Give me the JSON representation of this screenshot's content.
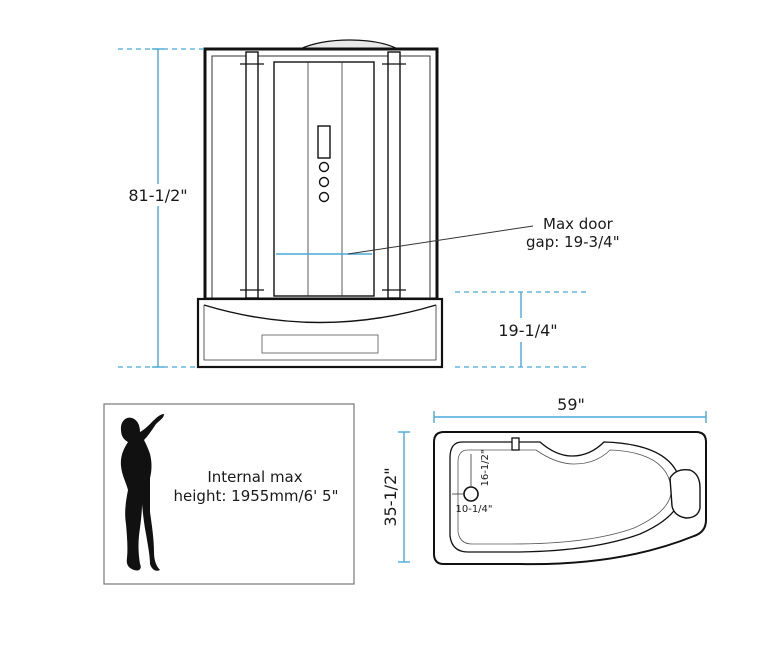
{
  "shower_elevation": {
    "height_label": "81-1/2\"",
    "door_gap_label_line1": "Max door",
    "door_gap_label_line2": "gap: 19-3/4\"",
    "tray_height_label": "19-1/4\""
  },
  "person_box": {
    "label_line1": "Internal max",
    "label_line2": "height: 1955mm/6' 5\""
  },
  "tub_plan": {
    "width_label": "59\"",
    "depth_label": "35-1/2\"",
    "drain_offset_vertical_label": "16-1/2\"",
    "drain_offset_horizontal_label": "10-1/4\""
  },
  "colors": {
    "dimension_lines": "#4aa8dc",
    "outline": "#111111",
    "text": "#1a1a1a"
  }
}
